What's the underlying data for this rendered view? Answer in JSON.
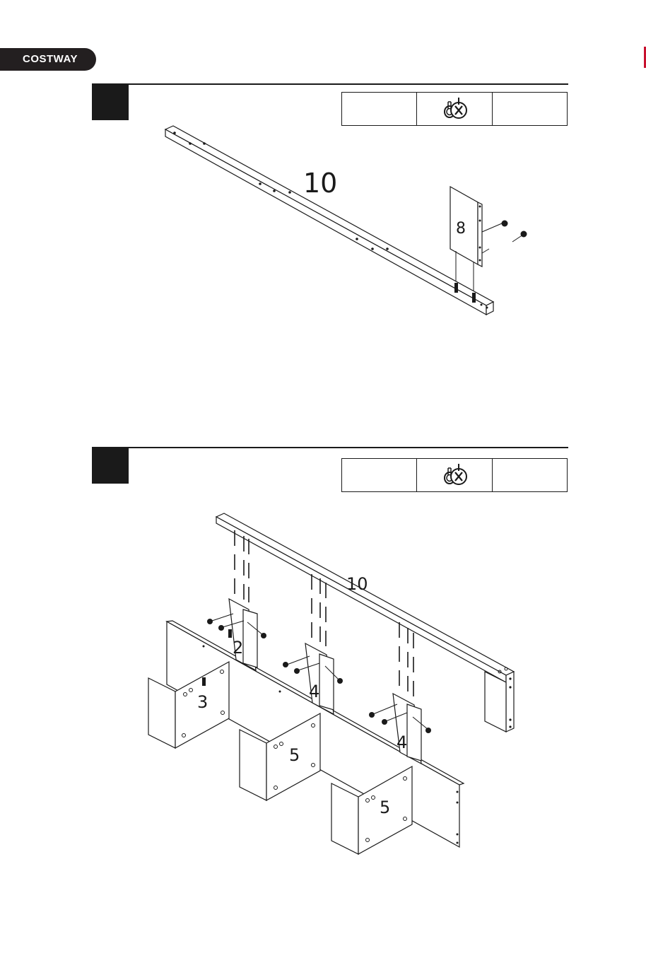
{
  "brand": {
    "name": "COSTWAY"
  },
  "steps": [
    {
      "label_main": "10",
      "label_side": "8"
    },
    {
      "labels": {
        "top_board": "10",
        "p2": "2",
        "p3": "3",
        "p4a": "4",
        "p4b": "4",
        "p5a": "5",
        "p5b": "5"
      }
    }
  ],
  "icons": {
    "tool": "screwdriver-cam-icon"
  },
  "colors": {
    "ink": "#1a1a1a",
    "brand_bg": "#231f20",
    "accent": "#c8102e"
  }
}
